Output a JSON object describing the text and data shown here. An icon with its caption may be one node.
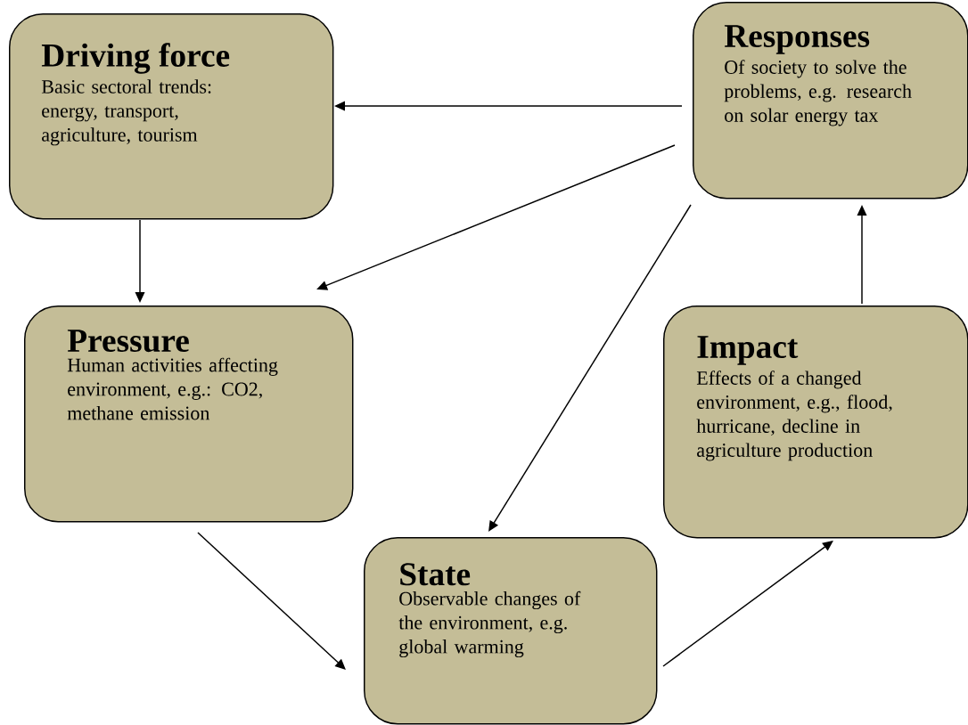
{
  "diagram": {
    "nodes": [
      {
        "text": [
          "Driving force",
          "Basic sectoral  trends: energy, transport, agriculture, tourism"
        ]
      },
      {
        "text": [
          "Responses",
          "Of society to solve the problems, e.g. research on solar energy tax"
        ]
      },
      {
        "text": [
          "Pressure",
          "Human activities affecting environment, e.g.: CO2, methane emission"
        ]
      },
      {
        "text": [
          "Impact",
          "Effects of a changed environment, e.g., flood, hurricane, decline in agriculture production"
        ]
      },
      {
        "text": [
          "State",
          "Observable changes of the environment, e.g. global warming"
        ]
      }
    ],
    "edges": [
      {
        "from": 1,
        "to": 0,
        "arrow": "to"
      },
      {
        "from": 0,
        "to": 2,
        "arrow": "to"
      },
      {
        "from": 1,
        "to": 2,
        "arrow": "to"
      },
      {
        "from": 1,
        "to": 4,
        "arrow": "to"
      },
      {
        "from": 2,
        "to": 4,
        "arrow": "to"
      },
      {
        "from": 4,
        "to": 3,
        "arrow": "to"
      },
      {
        "from": 3,
        "to": 1,
        "arrow": "to"
      }
    ]
  }
}
